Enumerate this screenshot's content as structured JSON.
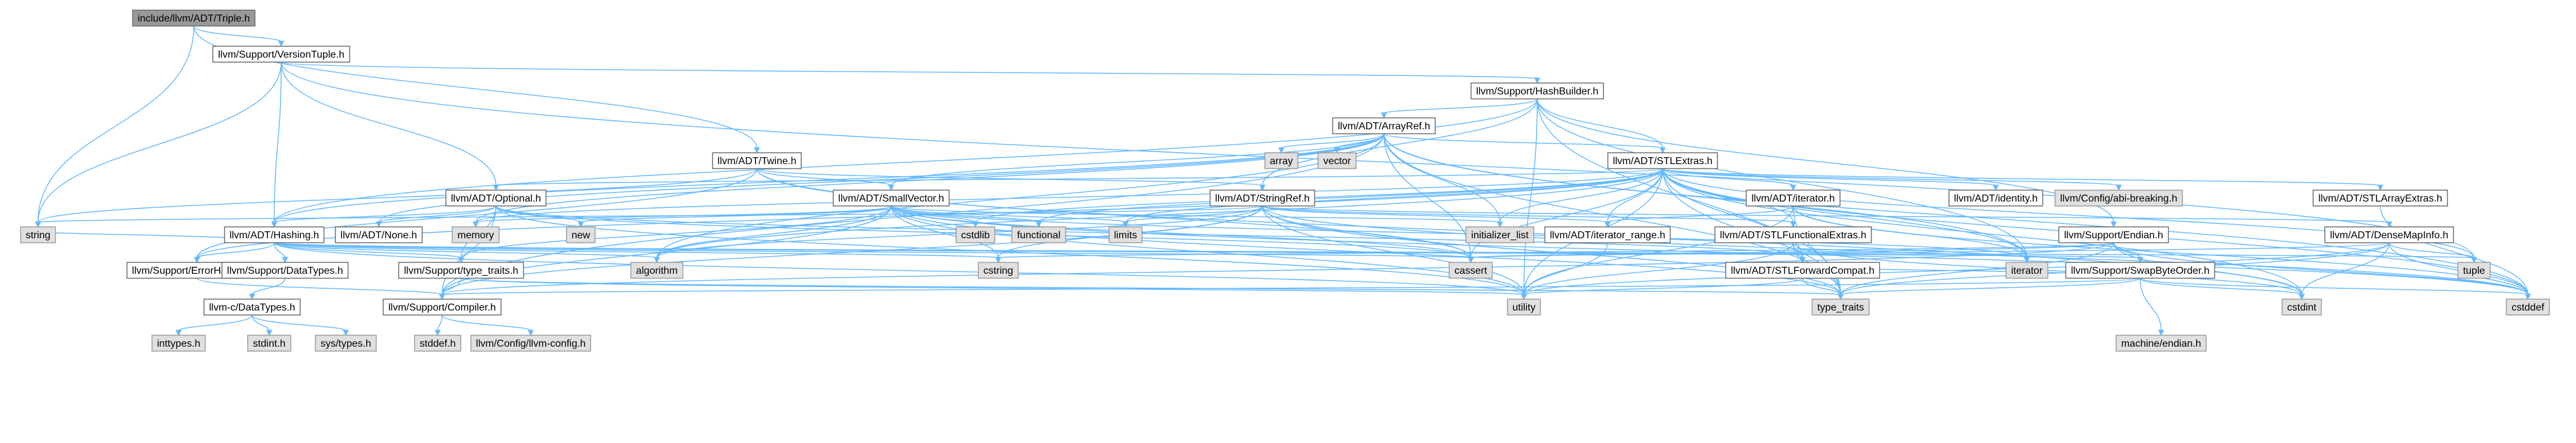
{
  "title": "include/llvm/ADT/Triple.h",
  "colors": {
    "root_fill": "#999999",
    "node_fill": "#ffffff",
    "system_header_fill": "#e0e0e0",
    "border_root": "#666666",
    "border_node": "#666666",
    "border_system": "#999999",
    "edge": "#63b8ff",
    "text": "#000000"
  },
  "nodes": {
    "triple": {
      "label": "include/llvm/ADT/Triple.h",
      "kind": "root"
    },
    "versiontuple": {
      "label": "llvm/Support/VersionTuple.h",
      "kind": "local"
    },
    "hashbuilder": {
      "label": "llvm/Support/HashBuilder.h",
      "kind": "local"
    },
    "arrayref": {
      "label": "llvm/ADT/ArrayRef.h",
      "kind": "local"
    },
    "twine": {
      "label": "llvm/ADT/Twine.h",
      "kind": "local"
    },
    "stlextras": {
      "label": "llvm/ADT/STLExtras.h",
      "kind": "local"
    },
    "optional": {
      "label": "llvm/ADT/Optional.h",
      "kind": "local"
    },
    "smallvector": {
      "label": "llvm/ADT/SmallVector.h",
      "kind": "local"
    },
    "stringref": {
      "label": "llvm/ADT/StringRef.h",
      "kind": "local"
    },
    "adtiterator": {
      "label": "llvm/ADT/iterator.h",
      "kind": "local"
    },
    "identity": {
      "label": "llvm/ADT/identity.h",
      "kind": "local"
    },
    "abibreaking": {
      "label": "llvm/Config/abi-breaking.h",
      "kind": "system"
    },
    "stlarrayextras": {
      "label": "llvm/ADT/STLArrayExtras.h",
      "kind": "local"
    },
    "hashing": {
      "label": "llvm/ADT/Hashing.h",
      "kind": "local"
    },
    "none": {
      "label": "llvm/ADT/None.h",
      "kind": "local"
    },
    "errorhandling": {
      "label": "llvm/Support/ErrorHandling.h",
      "kind": "local"
    },
    "datatypes": {
      "label": "llvm/Support/DataTypes.h",
      "kind": "local"
    },
    "typetraits": {
      "label": "llvm/Support/type_traits.h",
      "kind": "local"
    },
    "compiler": {
      "label": "llvm/Support/Compiler.h",
      "kind": "local"
    },
    "cdatatypes": {
      "label": "llvm-c/DataTypes.h",
      "kind": "local"
    },
    "iteratorrange": {
      "label": "llvm/ADT/iterator_range.h",
      "kind": "local"
    },
    "stlfunctionalextras": {
      "label": "llvm/ADT/STLFunctionalExtras.h",
      "kind": "local"
    },
    "stlforwardcompat": {
      "label": "llvm/ADT/STLForwardCompat.h",
      "kind": "local"
    },
    "endian": {
      "label": "llvm/Support/Endian.h",
      "kind": "local"
    },
    "swapbyteorder": {
      "label": "llvm/Support/SwapByteOrder.h",
      "kind": "local"
    },
    "densemapinfo": {
      "label": "llvm/ADT/DenseMapInfo.h",
      "kind": "local"
    },
    "string": {
      "label": "string",
      "kind": "system"
    },
    "array": {
      "label": "array",
      "kind": "system"
    },
    "vector": {
      "label": "vector",
      "kind": "system"
    },
    "memory": {
      "label": "memory",
      "kind": "system"
    },
    "new": {
      "label": "new",
      "kind": "system"
    },
    "cstdlib": {
      "label": "cstdlib",
      "kind": "system"
    },
    "functional": {
      "label": "functional",
      "kind": "system"
    },
    "limits": {
      "label": "limits",
      "kind": "system"
    },
    "initializer_list": {
      "label": "initializer_list",
      "kind": "system"
    },
    "iterator": {
      "label": "iterator",
      "kind": "system"
    },
    "algorithm": {
      "label": "algorithm",
      "kind": "system"
    },
    "cstring": {
      "label": "cstring",
      "kind": "system"
    },
    "cassert": {
      "label": "cassert",
      "kind": "system"
    },
    "tuple": {
      "label": "tuple",
      "kind": "system"
    },
    "utility": {
      "label": "utility",
      "kind": "system"
    },
    "type_traits": {
      "label": "type_traits",
      "kind": "system"
    },
    "cstdint": {
      "label": "cstdint",
      "kind": "system"
    },
    "cstddef": {
      "label": "cstddef",
      "kind": "system"
    },
    "machineendian": {
      "label": "machine/endian.h",
      "kind": "system"
    },
    "inttypes": {
      "label": "inttypes.h",
      "kind": "system"
    },
    "stdint": {
      "label": "stdint.h",
      "kind": "system"
    },
    "systypes": {
      "label": "sys/types.h",
      "kind": "system"
    },
    "stddef": {
      "label": "stddef.h",
      "kind": "system"
    },
    "llvmconfig": {
      "label": "llvm/Config/llvm-config.h",
      "kind": "system"
    }
  },
  "edges": [
    [
      "triple",
      "versiontuple"
    ],
    [
      "triple",
      "twine"
    ],
    [
      "triple",
      "string"
    ],
    [
      "versiontuple",
      "hashbuilder"
    ],
    [
      "versiontuple",
      "optional"
    ],
    [
      "versiontuple",
      "hashing"
    ],
    [
      "versiontuple",
      "string"
    ],
    [
      "versiontuple",
      "tuple"
    ],
    [
      "hashbuilder",
      "arrayref"
    ],
    [
      "hashbuilder",
      "hashing"
    ],
    [
      "hashbuilder",
      "stlextras"
    ],
    [
      "hashbuilder",
      "stringref"
    ],
    [
      "hashbuilder",
      "endian"
    ],
    [
      "hashbuilder",
      "iterator"
    ],
    [
      "hashbuilder",
      "type_traits"
    ],
    [
      "hashbuilder",
      "utility"
    ],
    [
      "arrayref",
      "hashing"
    ],
    [
      "arrayref",
      "none"
    ],
    [
      "arrayref",
      "smallvector"
    ],
    [
      "arrayref",
      "stlextras"
    ],
    [
      "arrayref",
      "compiler"
    ],
    [
      "arrayref",
      "algorithm"
    ],
    [
      "arrayref",
      "array"
    ],
    [
      "arrayref",
      "cassert"
    ],
    [
      "arrayref",
      "cstddef"
    ],
    [
      "arrayref",
      "initializer_list"
    ],
    [
      "arrayref",
      "iterator"
    ],
    [
      "arrayref",
      "memory"
    ],
    [
      "arrayref",
      "type_traits"
    ],
    [
      "arrayref",
      "vector"
    ],
    [
      "twine",
      "smallvector"
    ],
    [
      "twine",
      "stringref"
    ],
    [
      "twine",
      "errorhandling"
    ],
    [
      "twine",
      "cassert"
    ],
    [
      "twine",
      "cstdint"
    ],
    [
      "twine",
      "string"
    ],
    [
      "stlextras",
      "optional"
    ],
    [
      "stlextras",
      "stlarrayextras"
    ],
    [
      "stlextras",
      "stlforwardcompat"
    ],
    [
      "stlextras",
      "stlfunctionalextras"
    ],
    [
      "stlextras",
      "identity"
    ],
    [
      "stlextras",
      "adtiterator"
    ],
    [
      "stlextras",
      "iteratorrange"
    ],
    [
      "stlextras",
      "abibreaking"
    ],
    [
      "stlextras",
      "errorhandling"
    ],
    [
      "stlextras",
      "algorithm"
    ],
    [
      "stlextras",
      "cassert"
    ],
    [
      "stlextras",
      "cstddef"
    ],
    [
      "stlextras",
      "cstdint"
    ],
    [
      "stlextras",
      "cstdlib"
    ],
    [
      "stlextras",
      "functional"
    ],
    [
      "stlextras",
      "initializer_list"
    ],
    [
      "stlextras",
      "iterator"
    ],
    [
      "stlextras",
      "limits"
    ],
    [
      "stlextras",
      "memory"
    ],
    [
      "stlextras",
      "tuple"
    ],
    [
      "stlextras",
      "type_traits"
    ],
    [
      "stlextras",
      "utility"
    ],
    [
      "optional",
      "hashing"
    ],
    [
      "optional",
      "none"
    ],
    [
      "optional",
      "stlforwardcompat"
    ],
    [
      "optional",
      "compiler"
    ],
    [
      "optional",
      "typetraits"
    ],
    [
      "optional",
      "cassert"
    ],
    [
      "optional",
      "new"
    ],
    [
      "optional",
      "utility"
    ],
    [
      "smallvector",
      "compiler"
    ],
    [
      "smallvector",
      "typetraits"
    ],
    [
      "smallvector",
      "algorithm"
    ],
    [
      "smallvector",
      "cassert"
    ],
    [
      "smallvector",
      "cstddef"
    ],
    [
      "smallvector",
      "cstdlib"
    ],
    [
      "smallvector",
      "cstring"
    ],
    [
      "smallvector",
      "functional"
    ],
    [
      "smallvector",
      "initializer_list"
    ],
    [
      "smallvector",
      "iterator"
    ],
    [
      "smallvector",
      "limits"
    ],
    [
      "smallvector",
      "memory"
    ],
    [
      "smallvector",
      "new"
    ],
    [
      "smallvector",
      "type_traits"
    ],
    [
      "smallvector",
      "utility"
    ],
    [
      "stringref",
      "densemapinfo"
    ],
    [
      "stringref",
      "stlfunctionalextras"
    ],
    [
      "stringref",
      "iteratorrange"
    ],
    [
      "stringref",
      "compiler"
    ],
    [
      "stringref",
      "algorithm"
    ],
    [
      "stringref",
      "cassert"
    ],
    [
      "stringref",
      "cstddef"
    ],
    [
      "stringref",
      "cstring"
    ],
    [
      "stringref",
      "limits"
    ],
    [
      "stringref",
      "string"
    ],
    [
      "stringref",
      "type_traits"
    ],
    [
      "stringref",
      "utility"
    ],
    [
      "adtiterator",
      "iteratorrange"
    ],
    [
      "adtiterator",
      "cstddef"
    ],
    [
      "adtiterator",
      "iterator"
    ],
    [
      "adtiterator",
      "type_traits"
    ],
    [
      "adtiterator",
      "utility"
    ],
    [
      "stlarrayextras",
      "cstddef"
    ],
    [
      "hashing",
      "errorhandling"
    ],
    [
      "hashing",
      "datatypes"
    ],
    [
      "hashing",
      "swapbyteorder"
    ],
    [
      "hashing",
      "typetraits"
    ],
    [
      "hashing",
      "algorithm"
    ],
    [
      "hashing",
      "cassert"
    ],
    [
      "hashing",
      "cstring"
    ],
    [
      "hashing",
      "string"
    ],
    [
      "hashing",
      "tuple"
    ],
    [
      "hashing",
      "utility"
    ],
    [
      "errorhandling",
      "compiler"
    ],
    [
      "datatypes",
      "cdatatypes"
    ],
    [
      "cdatatypes",
      "inttypes"
    ],
    [
      "cdatatypes",
      "stdint"
    ],
    [
      "cdatatypes",
      "systypes"
    ],
    [
      "typetraits",
      "compiler"
    ],
    [
      "typetraits",
      "type_traits"
    ],
    [
      "typetraits",
      "utility"
    ],
    [
      "compiler",
      "stddef"
    ],
    [
      "compiler",
      "llvmconfig"
    ],
    [
      "iteratorrange",
      "utility"
    ],
    [
      "stlfunctionalextras",
      "stlforwardcompat"
    ],
    [
      "stlfunctionalextras",
      "cstdint"
    ],
    [
      "stlfunctionalextras",
      "type_traits"
    ],
    [
      "stlfunctionalextras",
      "utility"
    ],
    [
      "stlforwardcompat",
      "type_traits"
    ],
    [
      "stlforwardcompat",
      "utility"
    ],
    [
      "endian",
      "compiler"
    ],
    [
      "endian",
      "swapbyteorder"
    ],
    [
      "endian",
      "cassert"
    ],
    [
      "endian",
      "cstddef"
    ],
    [
      "endian",
      "cstdint"
    ],
    [
      "endian",
      "cstring"
    ],
    [
      "endian",
      "type_traits"
    ],
    [
      "swapbyteorder",
      "stlforwardcompat"
    ],
    [
      "swapbyteorder",
      "compiler"
    ],
    [
      "swapbyteorder",
      "cstddef"
    ],
    [
      "swapbyteorder",
      "cstdint"
    ],
    [
      "swapbyteorder",
      "type_traits"
    ],
    [
      "swapbyteorder",
      "machineendian"
    ],
    [
      "densemapinfo",
      "cassert"
    ],
    [
      "densemapinfo",
      "cstddef"
    ],
    [
      "densemapinfo",
      "cstdint"
    ],
    [
      "densemapinfo",
      "tuple"
    ],
    [
      "densemapinfo",
      "type_traits"
    ],
    [
      "densemapinfo",
      "utility"
    ]
  ]
}
